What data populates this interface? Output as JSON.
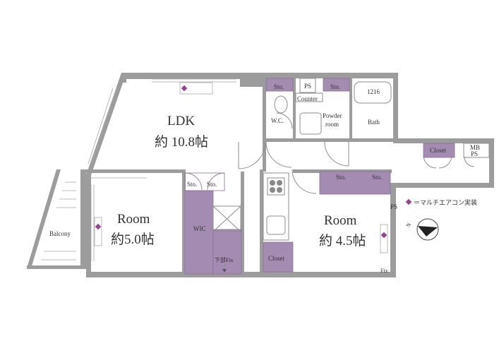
{
  "rooms": {
    "ldk": {
      "name": "LDK",
      "size": "約 10.8帖"
    },
    "room_west": {
      "name": "Room",
      "size": "約5.0帖"
    },
    "room_east": {
      "name": "Room",
      "size": "約 4.5帖"
    }
  },
  "labels": {
    "balcony": "Balcony",
    "wc": "W.C.",
    "powder_room_1": "Powder",
    "powder_room_2": "room",
    "bath": "Bath",
    "bath_size": "1216",
    "counter": "Counter",
    "ps_top": "PS",
    "ps_right": "PS",
    "mb_ps_1": "MB",
    "mb_ps_2": "PS",
    "sto_wc": "Sto.",
    "sto_bath": "Sto.",
    "sto_wic_1": "Sto.",
    "sto_wic_2": "Sto.",
    "sto_room_1": "Sto.",
    "sto_room_2": "Sto.",
    "closet_corridor": "Closet",
    "closet_room": "Closet",
    "wic": "WIC",
    "lower_fix": "下部Fix",
    "fix": "Fix"
  },
  "legend": {
    "text": "＝マルチエアコン実装",
    "marker_color": "#9a3f93"
  },
  "compass": {
    "label": "N"
  },
  "colors": {
    "wall": "#9c9c9c",
    "storage": "#a48bb1",
    "aircon": "#9a3f93"
  }
}
